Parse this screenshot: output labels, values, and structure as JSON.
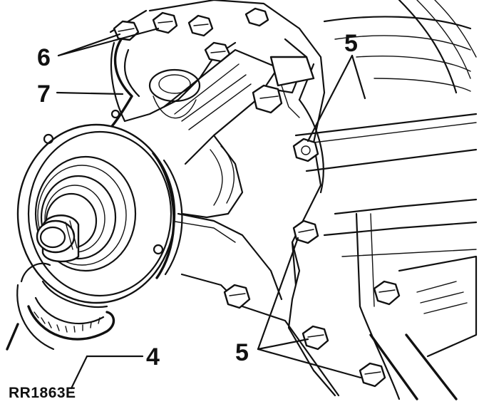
{
  "callouts": {
    "c6": "6",
    "c7": "7",
    "c5_top": "5",
    "c5_bottom": "5",
    "c4": "4"
  },
  "reference": "RR1863E",
  "colors": {
    "ink": "#111111",
    "paper": "#ffffff"
  }
}
